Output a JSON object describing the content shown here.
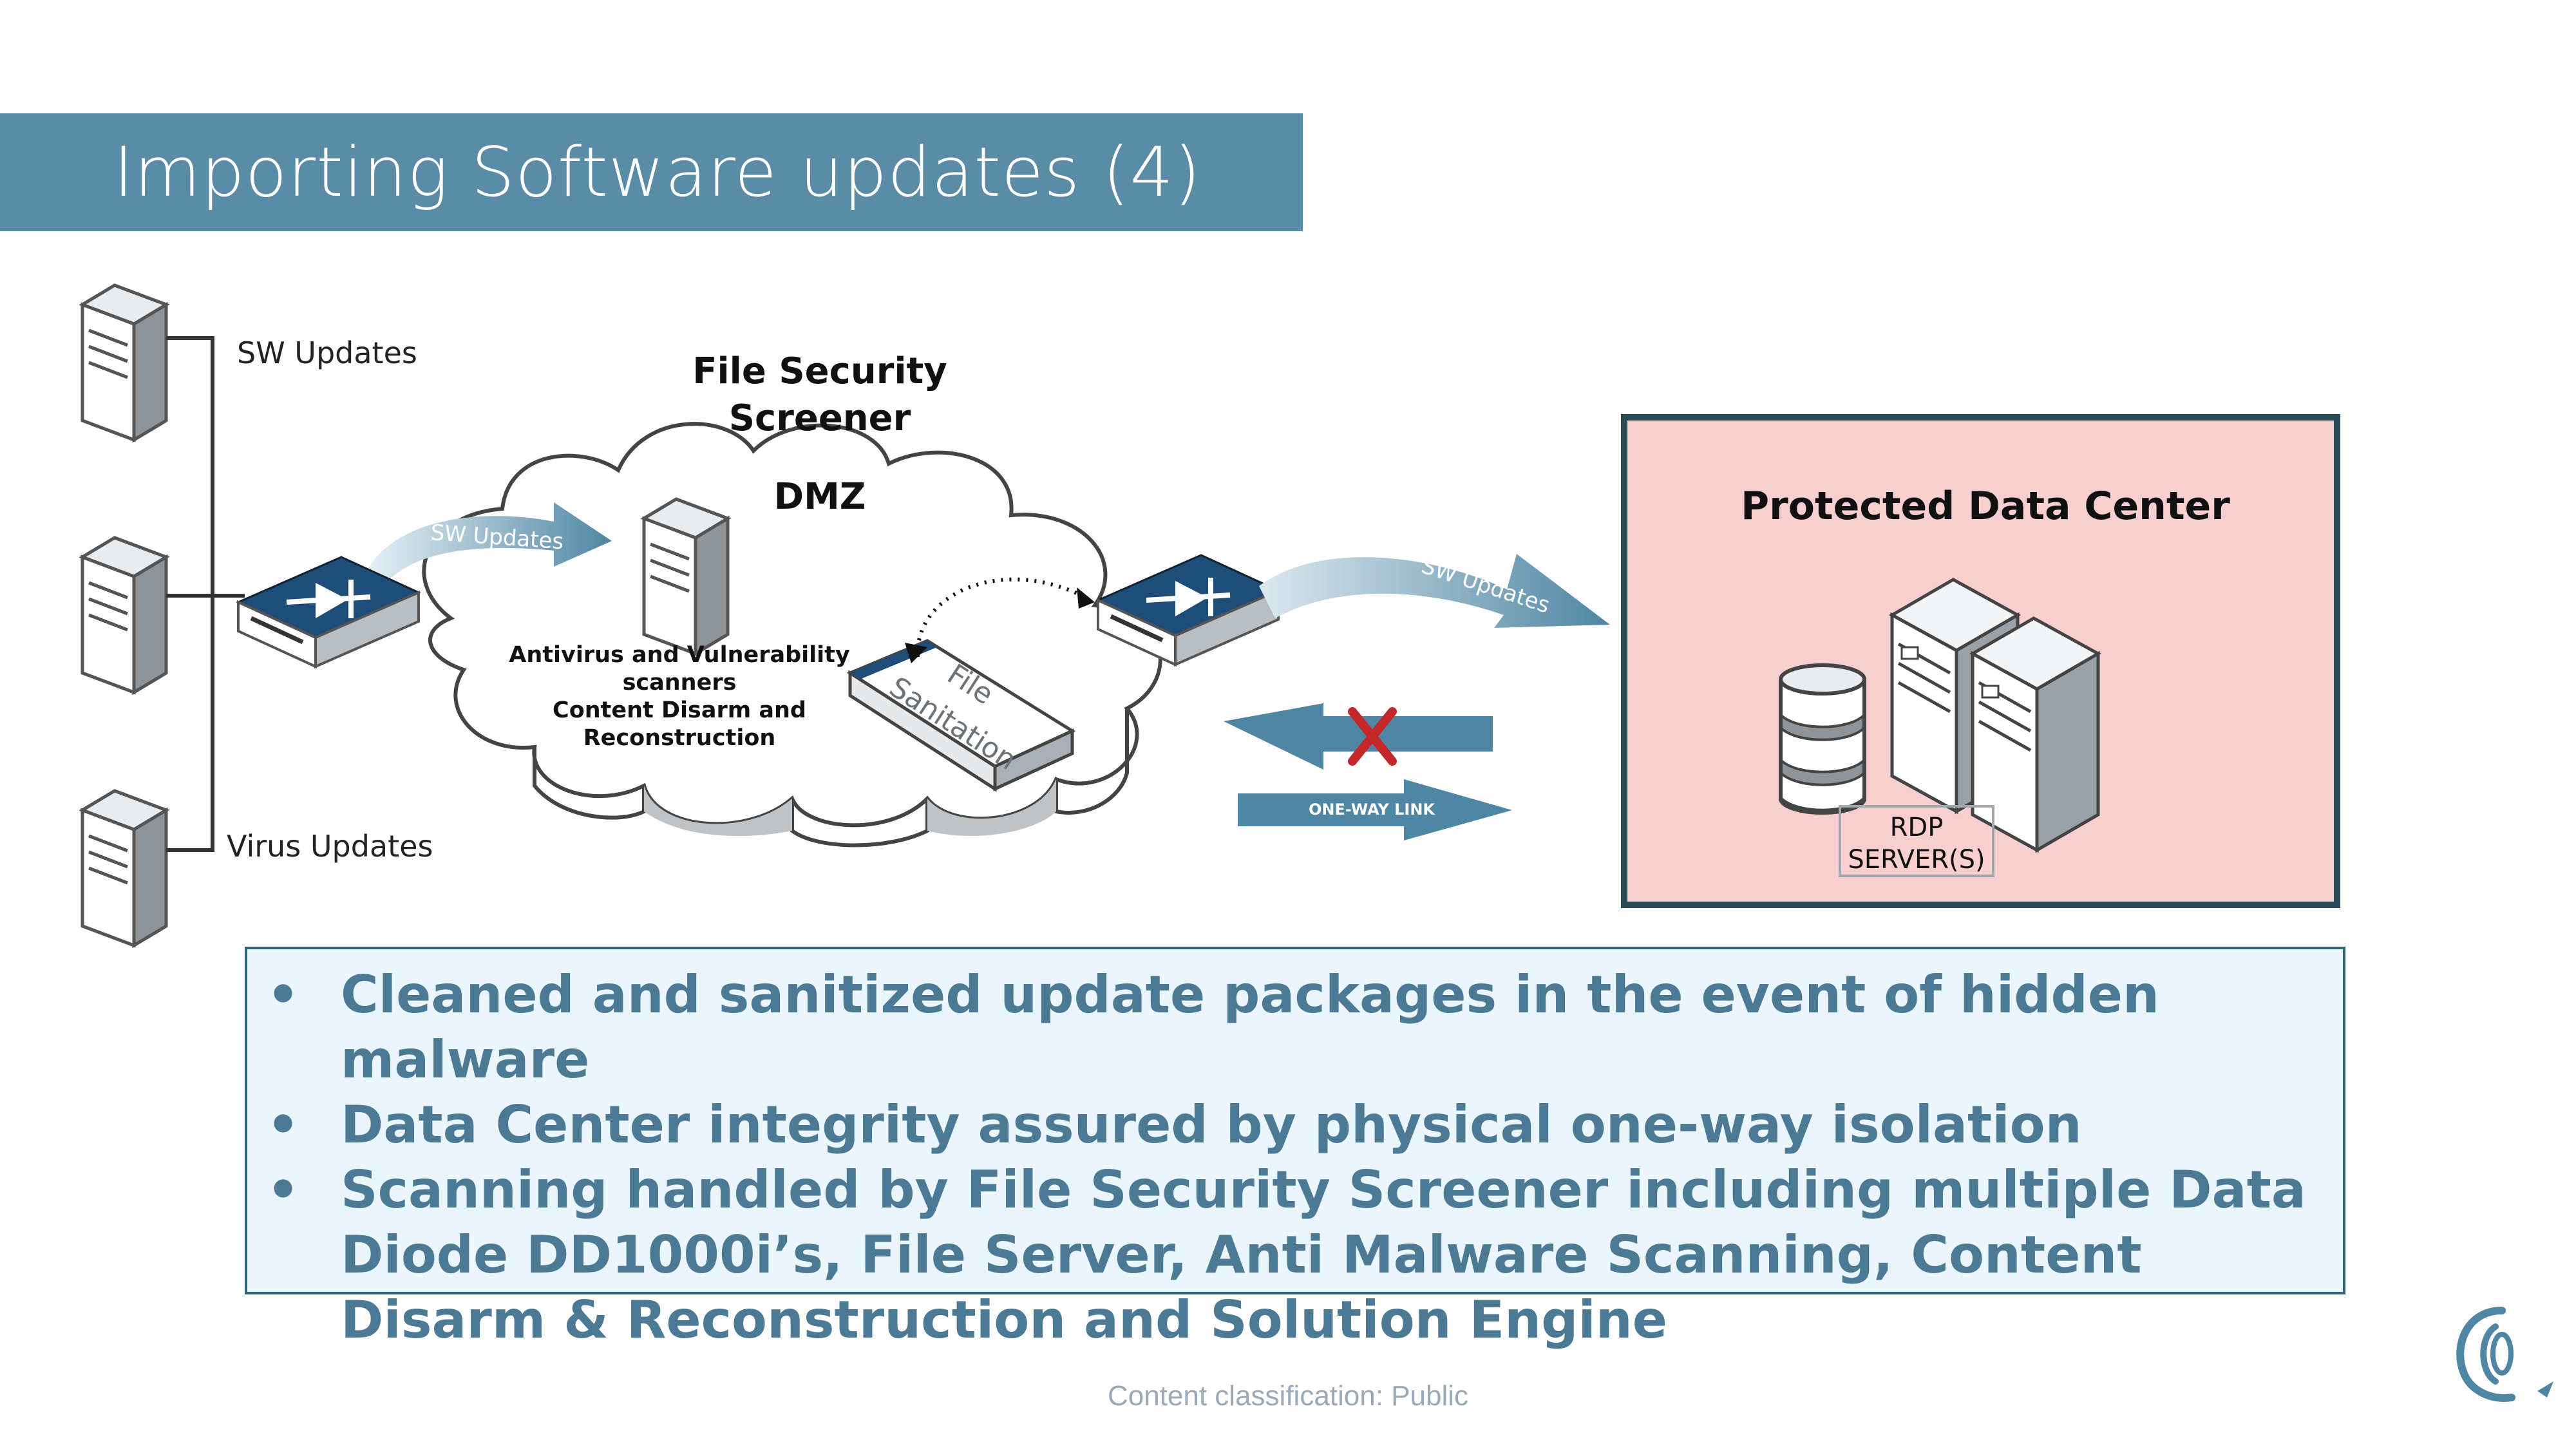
{
  "slide": {
    "title": "Importing Software updates (4)",
    "footer": "Content classification: Public"
  },
  "diagram": {
    "sources": {
      "sw_updates_label": "SW Updates",
      "virus_updates_label": "Virus Updates"
    },
    "dmz": {
      "heading_line1": "File Security",
      "heading_line2": "Screener",
      "label": "DMZ",
      "arrow_in_label": "SW Updates",
      "scanner_line1": "Antivirus and Vulnerability",
      "scanner_line2": "scanners",
      "scanner_line3": "Content Disarm and",
      "scanner_line4": "Reconstruction",
      "sanitation_line1": "File",
      "sanitation_line2": "Sanitation"
    },
    "links": {
      "arrow_out_label": "SW Updates",
      "one_way_label": "ONE-WAY LINK"
    },
    "protected": {
      "title": "Protected Data Center",
      "rdp_line1": "RDP",
      "rdp_line2": "SERVER(S)"
    }
  },
  "bullets": [
    "Cleaned and sanitized update packages in the event of hidden malware",
    "Data Center integrity assured by physical one-way isolation",
    "Scanning handled by File Security Screener including multiple Data Diode DD1000i’s, File Server, Anti Malware Scanning, Content Disarm & Reconstruction and Solution Engine"
  ],
  "colors": {
    "title_bar": "#5a8ca6",
    "bullet_text": "#4c7a95",
    "bullet_box_bg": "#eaf6fc",
    "protected_bg": "#f7cfcf",
    "diode_blue": "#1f4d7a",
    "arrow_blue": "#4f86a3",
    "blocked_red": "#c4282b"
  }
}
